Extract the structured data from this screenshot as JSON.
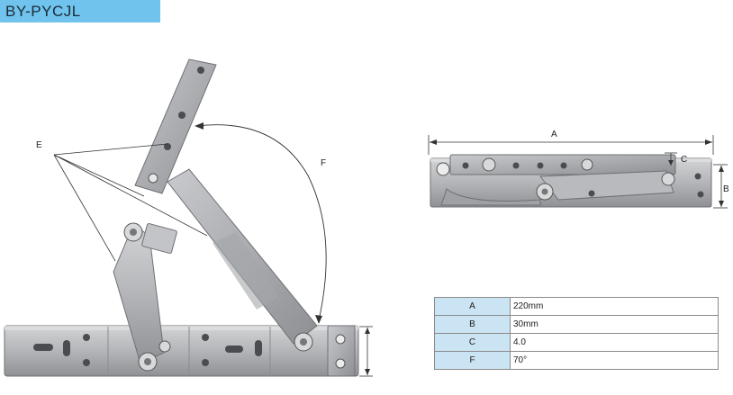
{
  "header": {
    "model_code": "BY-PYCJL"
  },
  "diagram": {
    "label_a": "A",
    "label_b": "B",
    "label_c": "C",
    "label_e": "E",
    "label_f": "F"
  },
  "spec_table": {
    "rows": [
      {
        "key": "A",
        "value": "220mm"
      },
      {
        "key": "B",
        "value": "30mm"
      },
      {
        "key": "C",
        "value": "4.0"
      },
      {
        "key": "F",
        "value": "70°"
      }
    ]
  }
}
